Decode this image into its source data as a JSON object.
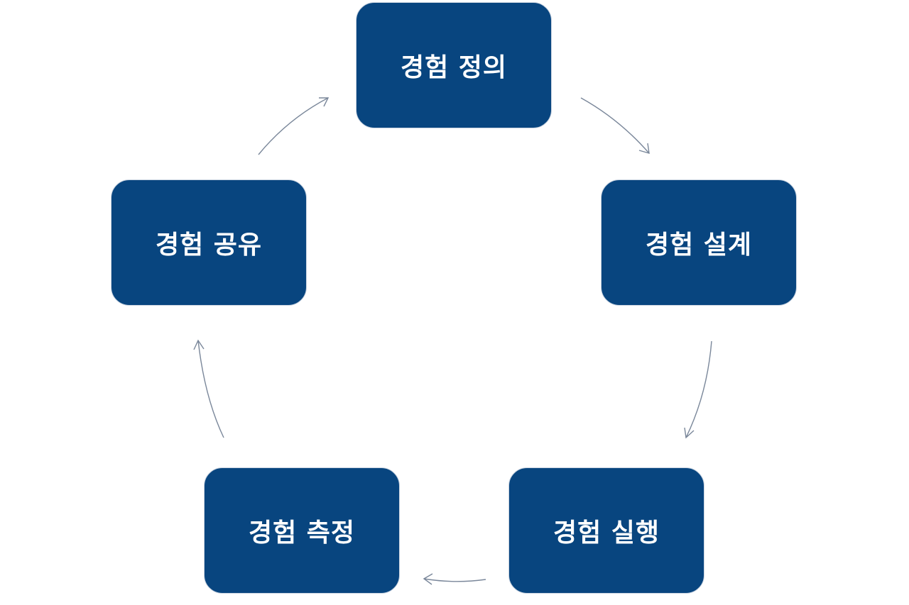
{
  "diagram": {
    "type": "cycle",
    "direction": "clockwise",
    "colors": {
      "box_fill": "#08457f",
      "box_text": "#ffffff",
      "box_border": "#c9d3e0",
      "arrow": "#7a879a",
      "background": "#ffffff"
    },
    "nodes": [
      {
        "id": "define",
        "label": "경험 정의"
      },
      {
        "id": "design",
        "label": "경험 설계"
      },
      {
        "id": "execute",
        "label": "경험 실행"
      },
      {
        "id": "measure",
        "label": "경험 측정"
      },
      {
        "id": "share",
        "label": "경험 공유"
      }
    ],
    "edges": [
      {
        "from": "define",
        "to": "design"
      },
      {
        "from": "design",
        "to": "execute"
      },
      {
        "from": "execute",
        "to": "measure"
      },
      {
        "from": "measure",
        "to": "share"
      },
      {
        "from": "share",
        "to": "define"
      }
    ]
  }
}
